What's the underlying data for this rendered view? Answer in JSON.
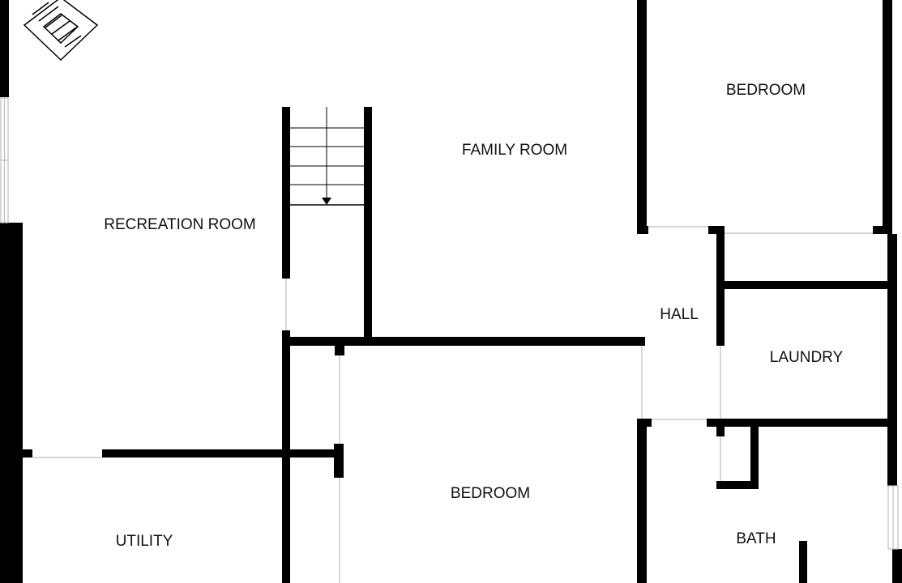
{
  "floorplan": {
    "colors": {
      "wall": "#000000",
      "background": "#ffffff",
      "window": "#bdbdbd",
      "label": "#111111"
    },
    "icons": {
      "fireplace": "fireplace-icon",
      "stair_arrow": "down-arrow-icon"
    },
    "rooms": {
      "bedroom_top": "BEDROOM",
      "family_room": "FAMILY ROOM",
      "recreation_room": "RECREATION ROOM",
      "hall": "HALL",
      "laundry": "LAUNDRY",
      "bedroom_bottom": "BEDROOM",
      "utility": "UTILITY",
      "bath": "BATH"
    }
  }
}
